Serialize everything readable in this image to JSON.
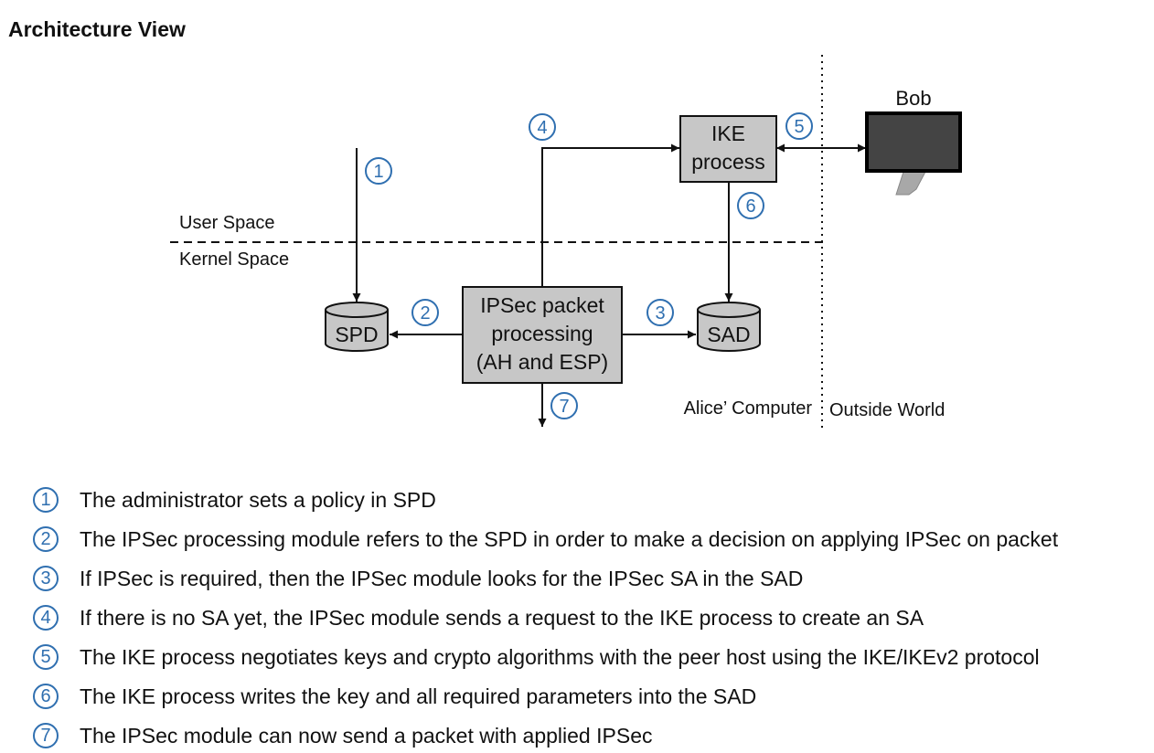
{
  "title": "Architecture View",
  "colors": {
    "accent": "#2f6fb0",
    "box_fill": "#c7c7c7",
    "monitor_screen": "#444444",
    "monitor_stand": "#a8a8a8"
  },
  "diagram": {
    "ike_box": {
      "line1": "IKE",
      "line2": "process"
    },
    "ipsec_box": {
      "line1": "IPSec packet",
      "line2": "processing",
      "line3": "(AH and ESP)"
    },
    "spd_label": "SPD",
    "sad_label": "SAD",
    "user_space": "User Space",
    "kernel_space": "Kernel Space",
    "alice_label": "Alice’ Computer",
    "outside_label": "Outside World",
    "bob_label": "Bob",
    "steps": [
      "1",
      "2",
      "3",
      "4",
      "5",
      "6",
      "7"
    ]
  },
  "legend": [
    {
      "num": "1",
      "text": "The administrator sets a policy in SPD"
    },
    {
      "num": "2",
      "text": "The IPSec processing module refers to the SPD in order to make a decision on applying IPSec on packet"
    },
    {
      "num": "3",
      "text": "If IPSec is required, then the IPSec module looks for the IPSec SA in the SAD"
    },
    {
      "num": "4",
      "text": "If there is no SA yet, the IPSec module sends a request to the IKE process to create an SA"
    },
    {
      "num": "5",
      "text": "The IKE process negotiates keys and crypto algorithms with the peer host using the IKE/IKEv2 protocol"
    },
    {
      "num": "6",
      "text": "The IKE process writes the key and all required parameters into the SAD"
    },
    {
      "num": "7",
      "text": "The IPSec module can now send a packet with applied IPSec"
    }
  ]
}
